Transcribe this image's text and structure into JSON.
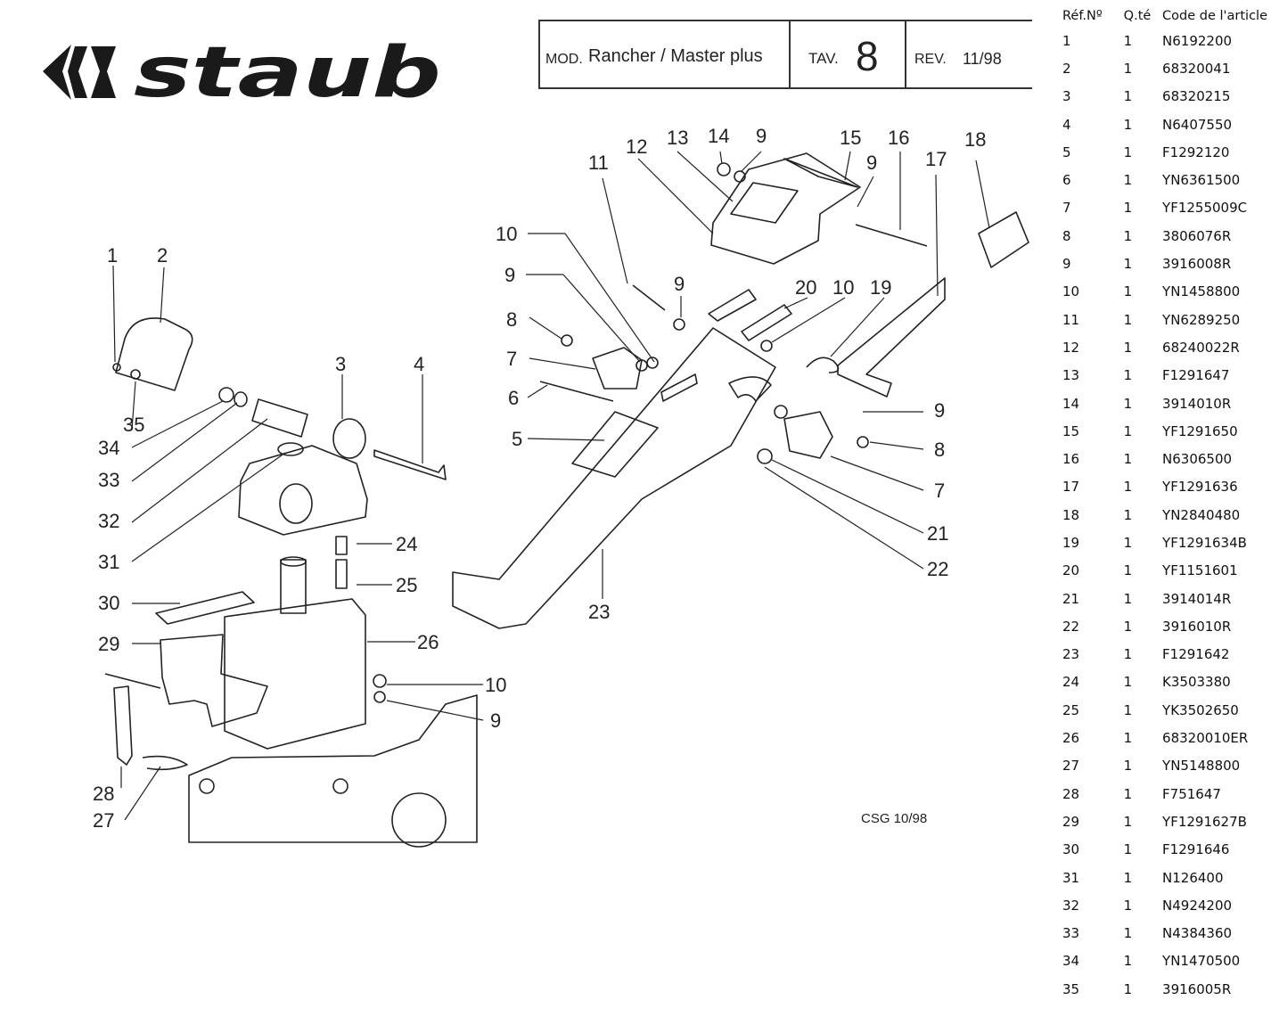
{
  "header": {
    "brand": "staub",
    "model_prefix": "MOD.",
    "model": "Rancher / Master plus",
    "tav_prefix": "TAV.",
    "tav": "8",
    "rev_prefix": "REV.",
    "rev": "11/98"
  },
  "drawing": {
    "code": "CSG 10/98",
    "callouts": [
      "1",
      "2",
      "3",
      "4",
      "5",
      "6",
      "7",
      "8",
      "9",
      "10",
      "11",
      "12",
      "13",
      "14",
      "15",
      "16",
      "17",
      "18",
      "19",
      "20",
      "21",
      "22",
      "23",
      "24",
      "25",
      "26",
      "27",
      "28",
      "29",
      "30",
      "31",
      "32",
      "33",
      "34",
      "35"
    ]
  },
  "parts_table": {
    "headers": [
      "Réf.Nº",
      "Q.té",
      "Code de l'article"
    ],
    "rows": [
      [
        "1",
        "1",
        "N6192200"
      ],
      [
        "2",
        "1",
        "68320041"
      ],
      [
        "3",
        "1",
        "68320215"
      ],
      [
        "4",
        "1",
        "N6407550"
      ],
      [
        "5",
        "1",
        "F1292120"
      ],
      [
        "6",
        "1",
        "YN6361500"
      ],
      [
        "7",
        "1",
        "YF1255009C"
      ],
      [
        "8",
        "1",
        "3806076R"
      ],
      [
        "9",
        "1",
        "3916008R"
      ],
      [
        "10",
        "1",
        "YN1458800"
      ],
      [
        "11",
        "1",
        "YN6289250"
      ],
      [
        "12",
        "1",
        "68240022R"
      ],
      [
        "13",
        "1",
        "F1291647"
      ],
      [
        "14",
        "1",
        "3914010R"
      ],
      [
        "15",
        "1",
        "YF1291650"
      ],
      [
        "16",
        "1",
        "N6306500"
      ],
      [
        "17",
        "1",
        "YF1291636"
      ],
      [
        "18",
        "1",
        "YN2840480"
      ],
      [
        "19",
        "1",
        "YF1291634B"
      ],
      [
        "20",
        "1",
        "YF1151601"
      ],
      [
        "21",
        "1",
        "3914014R"
      ],
      [
        "22",
        "1",
        "3916010R"
      ],
      [
        "23",
        "1",
        "F1291642"
      ],
      [
        "24",
        "1",
        "K3503380"
      ],
      [
        "25",
        "1",
        "YK3502650"
      ],
      [
        "26",
        "1",
        "68320010ER"
      ],
      [
        "27",
        "1",
        "YN5148800"
      ],
      [
        "28",
        "1",
        "F751647"
      ],
      [
        "29",
        "1",
        "YF1291627B"
      ],
      [
        "30",
        "1",
        "F1291646"
      ],
      [
        "31",
        "1",
        "N126400"
      ],
      [
        "32",
        "1",
        "N4924200"
      ],
      [
        "33",
        "1",
        "N4384360"
      ],
      [
        "34",
        "1",
        "YN1470500"
      ],
      [
        "35",
        "1",
        "3916005R"
      ]
    ]
  }
}
